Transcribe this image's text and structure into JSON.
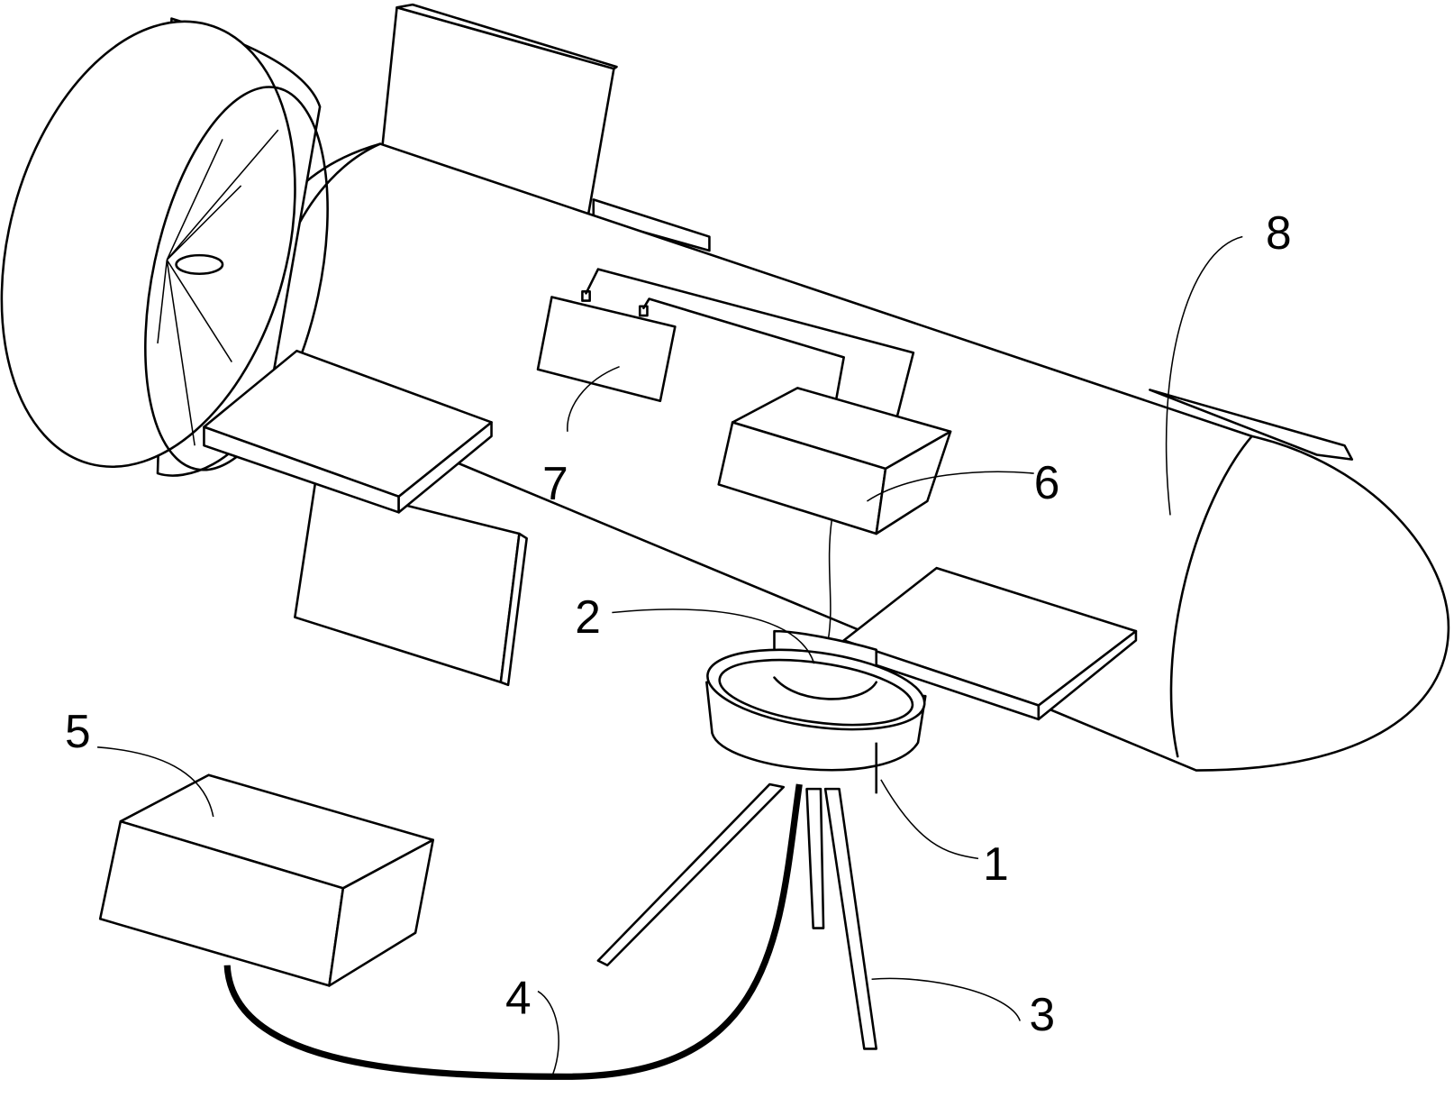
{
  "figure": {
    "labels": {
      "ring": "1",
      "pillar": "2",
      "tripod": "3",
      "cable": "4",
      "ground_box": "5",
      "control_box": "6",
      "battery_box": "7",
      "hull": "8"
    }
  }
}
